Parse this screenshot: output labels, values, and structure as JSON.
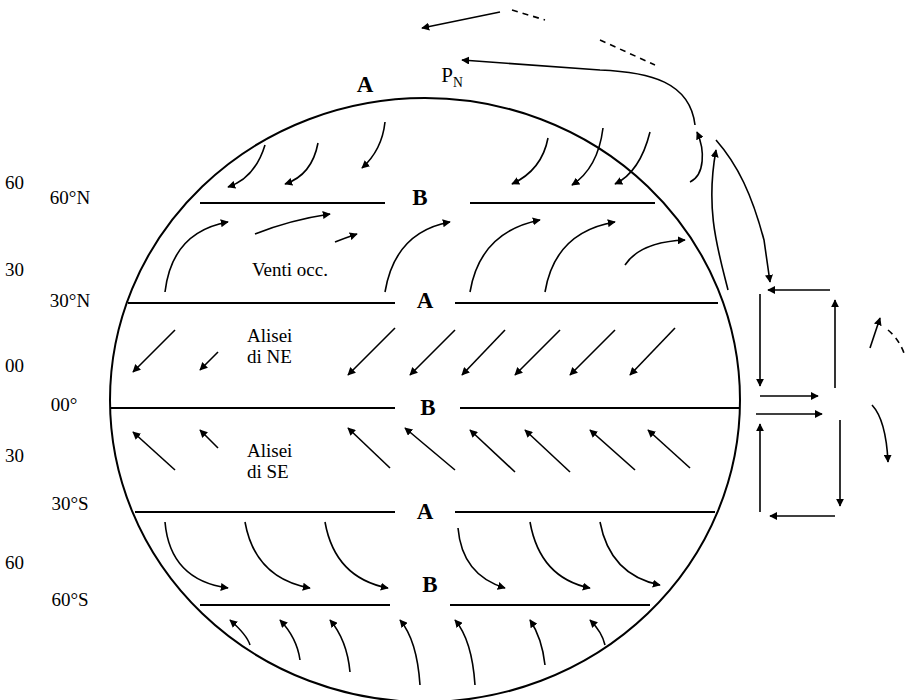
{
  "diagram": {
    "labels": [
      "A",
      "PN",
      "60",
      "60°N",
      "B",
      "30",
      "Venti occ.",
      "30°N",
      "A",
      "Alisei di NE",
      "00",
      "00°",
      "B",
      "Alisei di SE",
      "30",
      "30°S",
      "A",
      "60",
      "60°S",
      "B"
    ]
  }
}
